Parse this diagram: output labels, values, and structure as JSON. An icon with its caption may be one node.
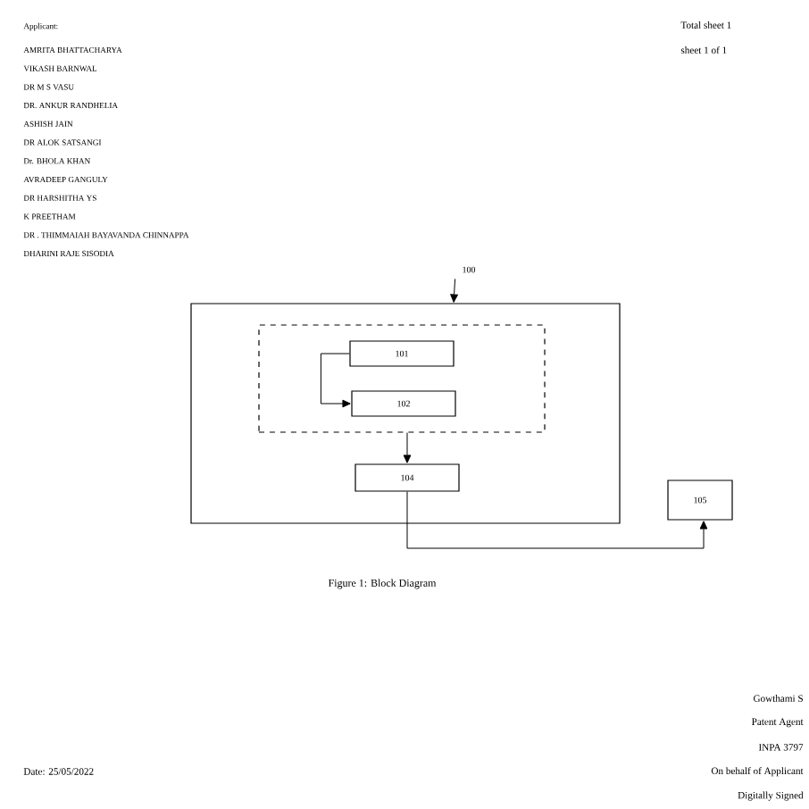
{
  "diagram": {
    "caption": "Figure 1: Block Diagram",
    "nodes": [
      {
        "text": [
          "100"
        ]
      },
      {
        "text": [],
        "shape": "box"
      },
      {
        "text": [],
        "shape": "box",
        "in": 1
      },
      {
        "text": [
          "101"
        ],
        "in": 2
      },
      {
        "text": [
          "102"
        ],
        "in": 2
      },
      {
        "text": [
          "104"
        ],
        "in": 1
      },
      {
        "text": [
          "105"
        ]
      }
    ],
    "edges": [
      {
        "from": 0,
        "to": 1,
        "arrow": "to"
      },
      {
        "from": 3,
        "to": 4,
        "arrow": "to"
      },
      {
        "from": 2,
        "to": 5,
        "arrow": "to"
      },
      {
        "from": 5,
        "to": 6,
        "arrow": "to"
      }
    ],
    "labels": [
      "Applicant:",
      "AMRITA BHATTACHARYA",
      "VIKASH BARNWAL",
      "DR M S VASU",
      "DR. ANKUR RANDHELIA",
      "ASHISH JAIN",
      "DR ALOK SATSANGI",
      "Dr. BHOLA KHAN",
      "AVRADEEP GANGULY",
      "DR HARSHITHA YS",
      "K PREETHAM",
      "DR . THIMMAIAH BAYAVANDA CHINNAPPA",
      "DHARINI RAJE SISODIA",
      "Total sheet 1",
      "sheet 1 of 1",
      "Gowthami S",
      "Patent Agent",
      "INPA 3797",
      "On behalf of Applicant",
      "Digitally Signed",
      "Date: 25/05/2022"
    ]
  }
}
